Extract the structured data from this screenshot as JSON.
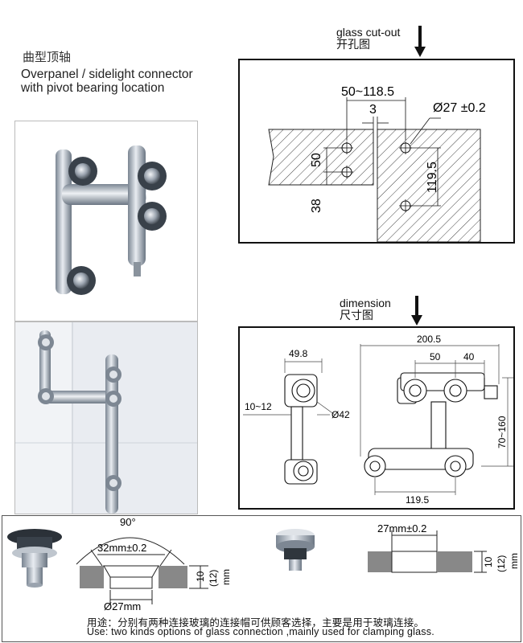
{
  "product": {
    "title_cn": "曲型顶轴",
    "title_en_line1": "Overpanel / sidelight connector",
    "title_en_line2": "with pivot bearing location"
  },
  "cutout": {
    "heading_en": "glass cut-out",
    "heading_cn": "开孔图",
    "dim_span": "50~118.5",
    "dim_gap": "3",
    "dim_hole": "Ø27 ±0.2",
    "dim_50": "50",
    "dim_38": "38",
    "dim_119": "119.5"
  },
  "dimension": {
    "heading_en": "dimension",
    "heading_cn": "尺寸图",
    "d_49_8": "49.8",
    "d_10_12": "10~12",
    "d_42": "Ø42",
    "d_200_5": "200.5",
    "d_50": "50",
    "d_40": "40",
    "d_70_160": "70~160",
    "d_119_5": "119.5"
  },
  "clamp_left": {
    "angle": "90°",
    "d32": "32mm±0.2",
    "d27": "Ø27mm",
    "t10": "10",
    "t12": "(12)",
    "unit": "mm"
  },
  "clamp_right": {
    "d27": "27mm±0.2",
    "t10": "10",
    "t12": "(12)",
    "unit": "mm"
  },
  "usage": {
    "cn": "用途：分别有两种连接玻璃的连接帽可供顾客选择，主要是用于玻璃连接。",
    "en": "Use: two kinds options of glass connection ,mainly used for clamping glass."
  },
  "colors": {
    "frame": "#111111",
    "hatch": "#444444",
    "photo_bg": "#eef0f3"
  }
}
